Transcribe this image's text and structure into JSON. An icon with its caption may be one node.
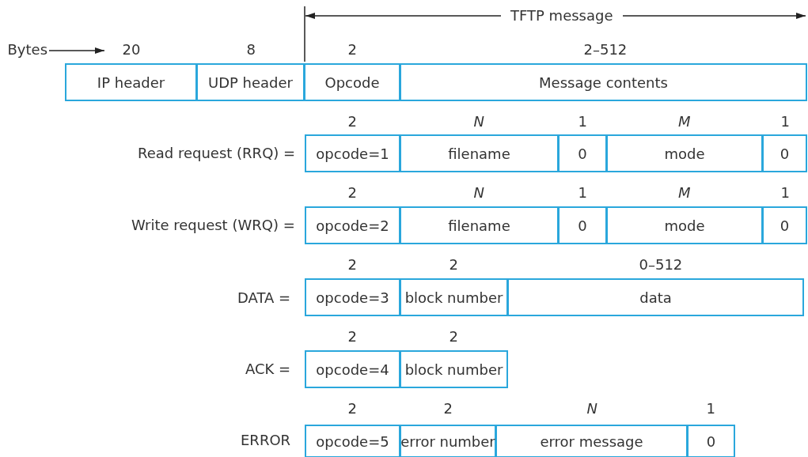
{
  "diagram": {
    "nodes": [
      {
        "text": [
          "IP header"
        ]
      },
      {
        "text": [
          "UDP header"
        ]
      },
      {
        "text": [
          "Opcode"
        ]
      },
      {
        "text": [
          "Message contents"
        ]
      },
      {
        "text": [
          "opcode=1"
        ]
      },
      {
        "text": [
          "filename"
        ]
      },
      {
        "text": [
          "0"
        ]
      },
      {
        "text": [
          "mode"
        ]
      },
      {
        "text": [
          "0"
        ]
      },
      {
        "text": [
          "opcode=2"
        ]
      },
      {
        "text": [
          "filename"
        ]
      },
      {
        "text": [
          "0"
        ]
      },
      {
        "text": [
          "mode"
        ]
      },
      {
        "text": [
          "0"
        ]
      },
      {
        "text": [
          "opcode=3"
        ]
      },
      {
        "text": [
          "block number"
        ]
      },
      {
        "text": [
          "data"
        ]
      },
      {
        "text": [
          "opcode=4"
        ]
      },
      {
        "text": [
          "block number"
        ]
      },
      {
        "text": [
          "opcode=5"
        ]
      },
      {
        "text": [
          "error number"
        ]
      },
      {
        "text": [
          "error message"
        ]
      },
      {
        "text": [
          "0"
        ]
      }
    ],
    "labels": [
      "TFTP message",
      "Bytes",
      "20",
      "8",
      "2",
      "2–512",
      "2",
      "N",
      "1",
      "M",
      "1",
      "Read request (RRQ) =",
      "2",
      "N",
      "1",
      "M",
      "1",
      "Write request (WRQ) =",
      "2",
      "2",
      "0–512",
      "DATA =",
      "2",
      "2",
      "ACK =",
      "2",
      "2",
      "N",
      "1",
      "ERROR"
    ]
  }
}
